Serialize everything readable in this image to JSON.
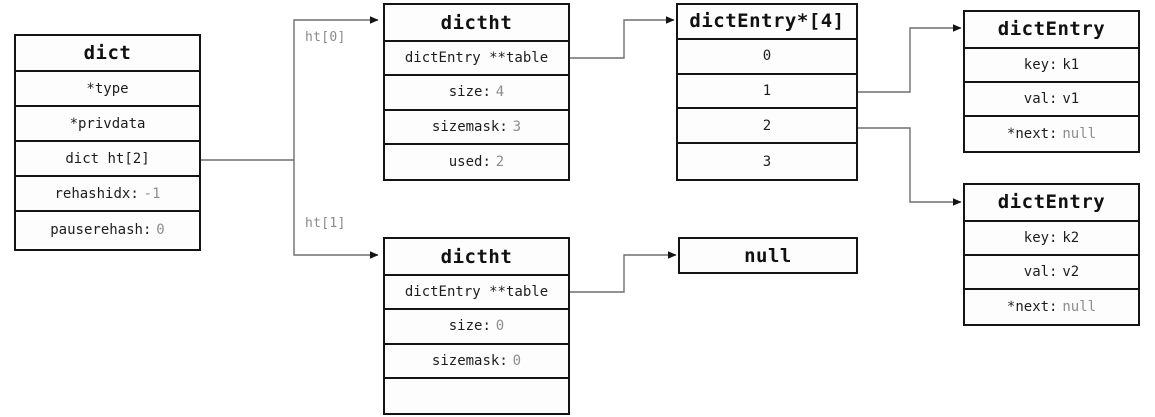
{
  "diagram": {
    "title": "redis dict structure diagram",
    "colors": {
      "border": "#141414",
      "text": "#1d1d1d",
      "value_text": "#8d8d8d",
      "wire": "#6f6f6f",
      "wire_dark": "#141414",
      "background": "#ffffff"
    },
    "edge_labels": [
      {
        "name": "ht0",
        "text": "ht[0]"
      },
      {
        "name": "ht1",
        "text": "ht[1]"
      }
    ],
    "nodes": {
      "dict": {
        "header": "dict",
        "rows": [
          {
            "key": "*type",
            "value": ""
          },
          {
            "key": "*privdata",
            "value": ""
          },
          {
            "key": "dict ht[2]",
            "value": ""
          },
          {
            "key": "rehashidx:",
            "value": "-1"
          },
          {
            "key": "pauserehash:",
            "value": "0"
          }
        ]
      },
      "dictht0": {
        "header": "dictht",
        "rows": [
          {
            "key": "dictEntry **table",
            "value": ""
          },
          {
            "key": "size:",
            "value": "4"
          },
          {
            "key": "sizemask:",
            "value": "3"
          },
          {
            "key": "used:",
            "value": "2"
          }
        ]
      },
      "dictht1": {
        "header": "dictht",
        "rows": [
          {
            "key": "dictEntry **table",
            "value": ""
          },
          {
            "key": "size:",
            "value": "0"
          },
          {
            "key": "sizemask:",
            "value": "0"
          },
          {
            "key": "",
            "value": ""
          }
        ]
      },
      "bucket_array": {
        "header": "dictEntry*[4]",
        "rows": [
          {
            "key": "0",
            "value": ""
          },
          {
            "key": "1",
            "value": ""
          },
          {
            "key": "2",
            "value": ""
          },
          {
            "key": "3",
            "value": ""
          }
        ]
      },
      "null_box": {
        "header": "null",
        "rows": []
      },
      "entry1": {
        "header": "dictEntry",
        "rows": [
          {
            "key": "key:",
            "value": "k1"
          },
          {
            "key": "val:",
            "value": "v1"
          },
          {
            "key": "*next:",
            "value": "null"
          }
        ]
      },
      "entry2": {
        "header": "dictEntry",
        "rows": [
          {
            "key": "key:",
            "value": "k2"
          },
          {
            "key": "val:",
            "value": "v2"
          },
          {
            "key": "*next:",
            "value": "null"
          }
        ]
      }
    }
  }
}
